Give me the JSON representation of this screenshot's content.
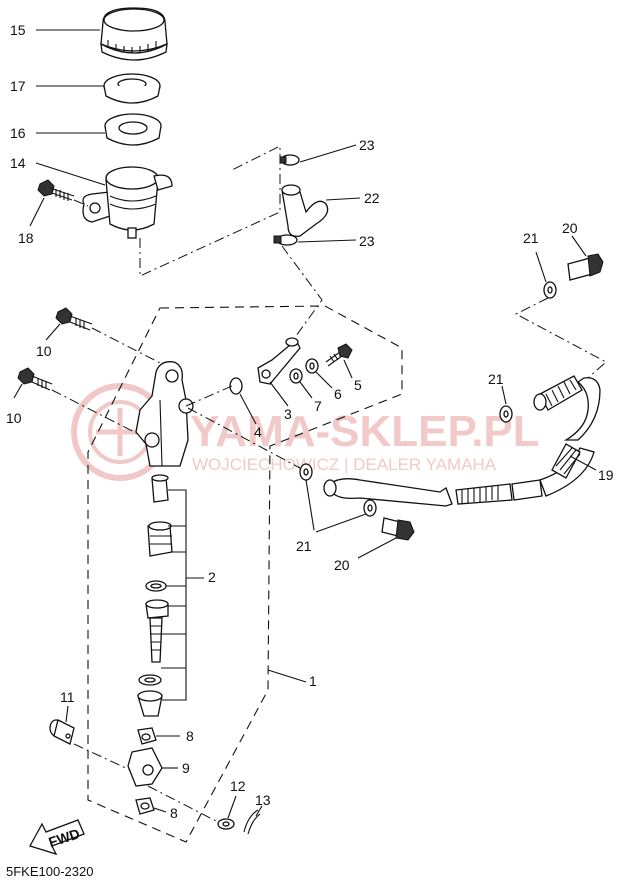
{
  "watermark": {
    "brand": "YAMA-SKLEP.PL",
    "dealer": "WOJCIECHOWICZ | DEALER YAMAHA",
    "color": "#f2c9c9"
  },
  "diagram_code": "5FKE100-2320",
  "fwd_label": "FWD",
  "callouts": {
    "c15": "15",
    "c17": "17",
    "c16": "16",
    "c14": "14",
    "c18": "18",
    "c23a": "23",
    "c22": "22",
    "c23b": "23",
    "c21a": "21",
    "c20a": "20",
    "c10a": "10",
    "c10b": "10",
    "c5": "5",
    "c6": "6",
    "c7": "7",
    "c3": "3",
    "c4": "4",
    "c21b": "21",
    "c19": "19",
    "c21c": "21",
    "c20b": "20",
    "c2": "2",
    "c1": "1",
    "c11": "11",
    "c8a": "8",
    "c9": "9",
    "c8b": "8",
    "c12": "12",
    "c13": "13"
  }
}
